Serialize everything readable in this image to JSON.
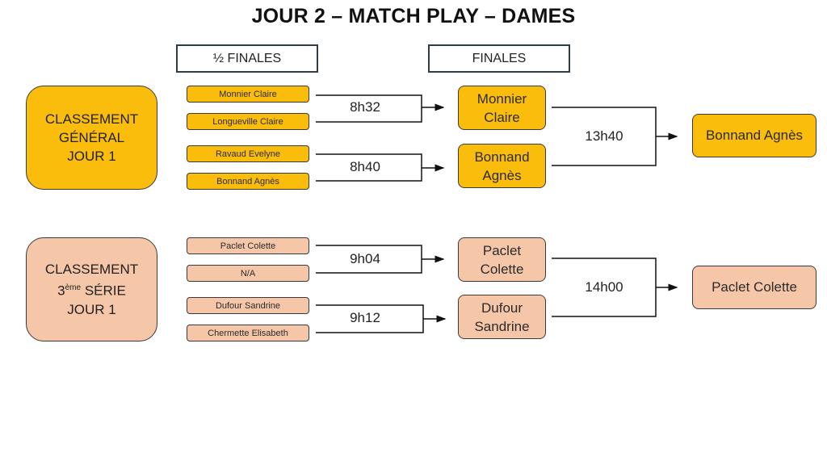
{
  "title": "JOUR 2 – MATCH PLAY – DAMES",
  "headers": {
    "semis": "½ FINALES",
    "finals": "FINALES"
  },
  "groups": [
    {
      "category": {
        "line1": "CLASSEMENT",
        "line2": "GÉNÉRAL",
        "line2_sup": "",
        "line3": "JOUR 1"
      },
      "color": "#fbbd0c",
      "semifinals": [
        {
          "time": "8h32",
          "players": [
            "Monnier Claire",
            "Longueville Claire"
          ]
        },
        {
          "time": "8h40",
          "players": [
            "Ravaud Evelyne",
            "Bonnand Agnès"
          ]
        }
      ],
      "finalists": [
        {
          "line1": "Monnier",
          "line2": "Claire"
        },
        {
          "line1": "Bonnand",
          "line2": "Agnès"
        }
      ],
      "final_time": "13h40",
      "winner": "Bonnand Agnès"
    },
    {
      "category": {
        "line1": "CLASSEMENT",
        "line2_num": "3",
        "line2_sup": "ème",
        "line2": "SÉRIE",
        "line3": "JOUR 1"
      },
      "color": "#f6c6a8",
      "semifinals": [
        {
          "time": "9h04",
          "players": [
            "Paclet Colette",
            "N/A"
          ]
        },
        {
          "time": "9h12",
          "players": [
            "Dufour Sandrine",
            "Chermette Elisabeth"
          ]
        }
      ],
      "finalists": [
        {
          "line1": "Paclet",
          "line2": "Colette"
        },
        {
          "line1": "Dufour",
          "line2": "Sandrine"
        }
      ],
      "final_time": "14h00",
      "winner": "Paclet Colette"
    }
  ]
}
